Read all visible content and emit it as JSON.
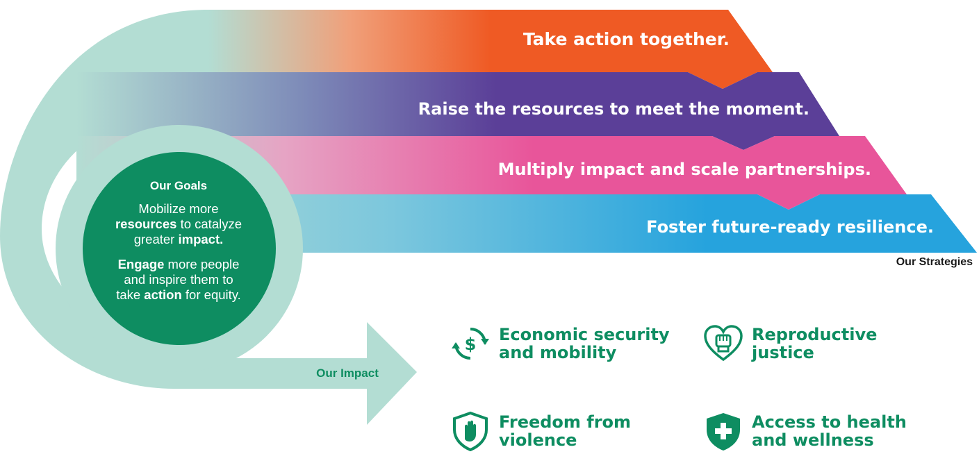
{
  "strategies": {
    "bands": [
      {
        "label": "Take action together.",
        "color": "#ef5a24"
      },
      {
        "label": "Raise the resources to meet the moment.",
        "color": "#5b3f98"
      },
      {
        "label": "Multiply impact and scale partnerships.",
        "color": "#e8559a"
      },
      {
        "label": "Foster future-ready resilience.",
        "color": "#26a3dd"
      }
    ],
    "label": "Our Strategies"
  },
  "goals": {
    "title": "Our Goals",
    "p1_a": "Mobilize more",
    "p1_b": "resources",
    "p1_c": " to catalyze",
    "p1_d": "greater ",
    "p1_e": "impact.",
    "p2_a": "Engage",
    "p2_b": " more people",
    "p2_c": "and inspire them to",
    "p2_d": "take ",
    "p2_e": "action",
    "p2_f": " for equity."
  },
  "impact": {
    "label": "Our Impact",
    "items": [
      {
        "text": "Economic security\nand mobility",
        "icon": "dollar-cycle-icon"
      },
      {
        "text": "Reproductive\njustice",
        "icon": "heart-fist-icon"
      },
      {
        "text": "Freedom from\nviolence",
        "icon": "shield-hand-icon"
      },
      {
        "text": "Access to health\nand wellness",
        "icon": "shield-cross-icon"
      }
    ]
  },
  "colors": {
    "circle_green": "#0e8d61",
    "light_teal": "#b3ddd3",
    "impact_green": "#0e8d61"
  }
}
